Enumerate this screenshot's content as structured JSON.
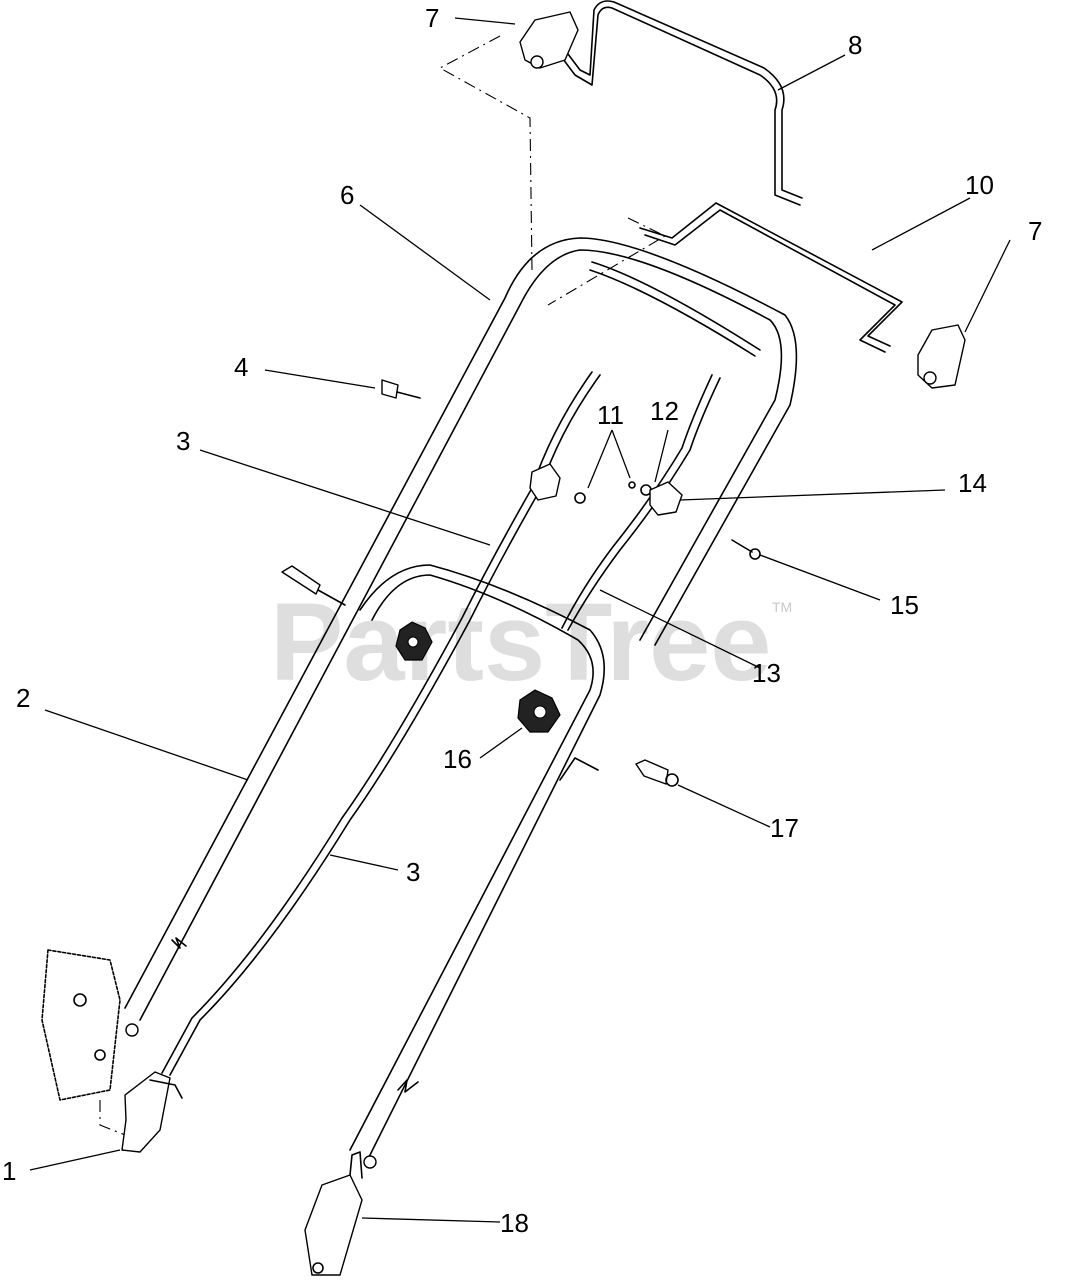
{
  "watermark": {
    "text": "PartsTree",
    "trademark": "TM"
  },
  "callouts": {
    "c1": "1",
    "c2": "2",
    "c3a": "3",
    "c3b": "3",
    "c4": "4",
    "c6": "6",
    "c7a": "7",
    "c7b": "7",
    "c8": "8",
    "c10": "10",
    "c11": "11",
    "c12": "12",
    "c13": "13",
    "c14": "14",
    "c15": "15",
    "c16": "16",
    "c17": "17",
    "c18": "18"
  }
}
